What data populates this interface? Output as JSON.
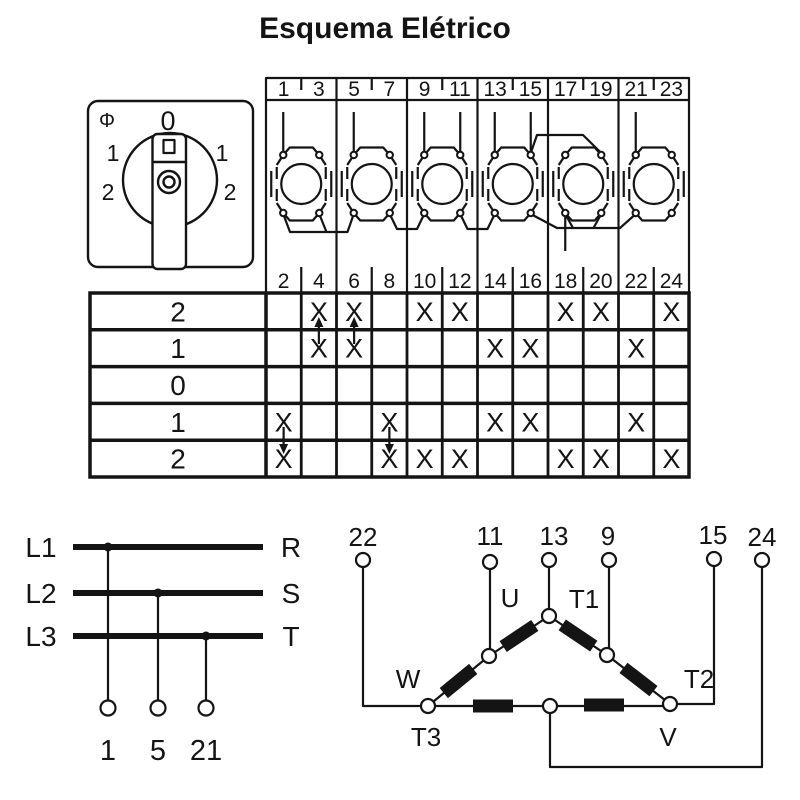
{
  "title": "Esquema Elétrico",
  "rotary_switch": {
    "phi": "Φ",
    "pos_0": "0",
    "pos_1_left": "1",
    "pos_1_right": "1",
    "pos_2_left": "2",
    "pos_2_right": "2"
  },
  "cam_switch": {
    "stages": 6,
    "top_terminals": [
      "1",
      "3",
      "5",
      "7",
      "9",
      "11",
      "13",
      "15",
      "17",
      "19",
      "21",
      "23"
    ],
    "bottom_terminals": [
      "2",
      "4",
      "6",
      "8",
      "10",
      "12",
      "14",
      "16",
      "18",
      "20",
      "22",
      "24"
    ]
  },
  "contact_table": {
    "row_labels": [
      "2",
      "1",
      "0",
      "1",
      "2"
    ],
    "columns": [
      "2",
      "4",
      "6",
      "8",
      "10",
      "12",
      "14",
      "16",
      "18",
      "20",
      "22",
      "24"
    ],
    "mark": "X",
    "rows": [
      [
        0,
        1,
        1,
        0,
        1,
        1,
        0,
        0,
        1,
        1,
        0,
        1
      ],
      [
        0,
        1,
        1,
        0,
        0,
        0,
        1,
        1,
        0,
        0,
        1,
        0
      ],
      [
        0,
        0,
        0,
        0,
        0,
        0,
        0,
        0,
        0,
        0,
        0,
        0
      ],
      [
        1,
        0,
        0,
        1,
        0,
        0,
        1,
        1,
        0,
        0,
        1,
        0
      ],
      [
        1,
        0,
        0,
        1,
        1,
        1,
        0,
        0,
        1,
        1,
        0,
        1
      ]
    ],
    "arrows": [
      {
        "col": 1,
        "direction": "up"
      },
      {
        "col": 2,
        "direction": "up"
      },
      {
        "col": 0,
        "direction": "down"
      },
      {
        "col": 3,
        "direction": "down"
      }
    ]
  },
  "supply": {
    "lines": [
      "L1",
      "L2",
      "L3"
    ],
    "phases": [
      "R",
      "S",
      "T"
    ],
    "terminals": [
      "1",
      "5",
      "21"
    ]
  },
  "motor": {
    "terminals": [
      "22",
      "11",
      "13",
      "9",
      "15",
      "24"
    ],
    "labels": {
      "u": "U",
      "t1": "T1",
      "w": "W",
      "t2": "T2",
      "t3": "T3",
      "v": "V"
    }
  },
  "colors": {
    "ink": "#141414",
    "background": "#ffffff"
  }
}
